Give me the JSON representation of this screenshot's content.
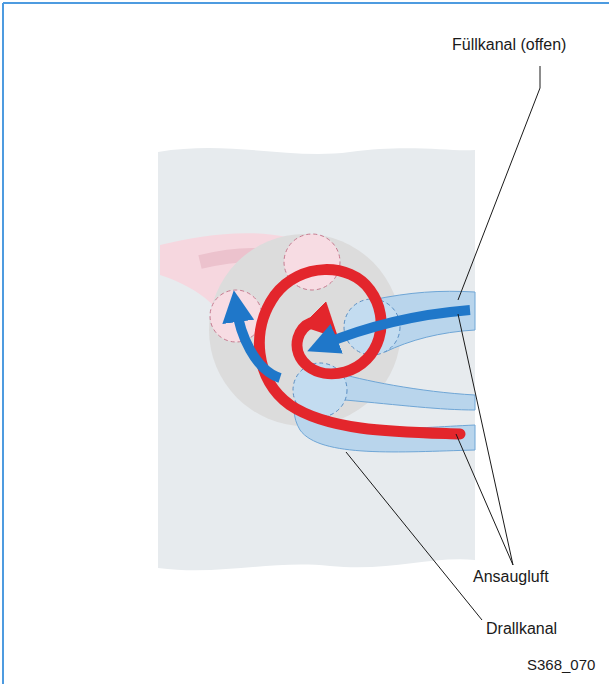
{
  "diagram": {
    "labels": [
      "Füllkanal (offen)",
      "Ansaugluft",
      "Drallkanal",
      "S368_070"
    ]
  }
}
